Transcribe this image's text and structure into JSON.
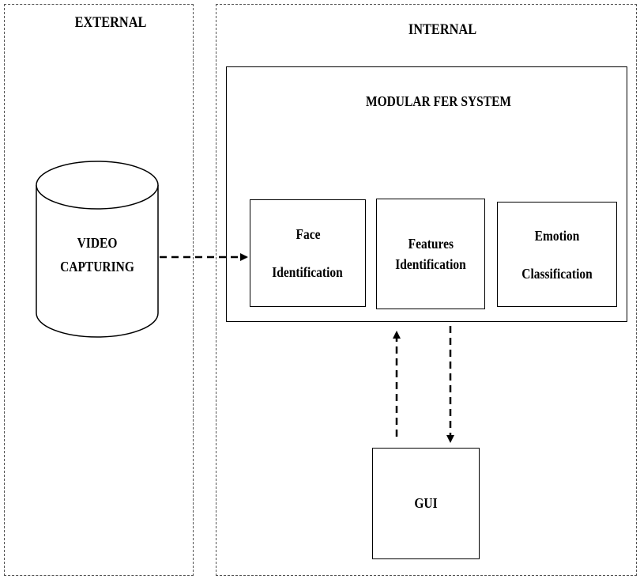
{
  "external": {
    "title": "EXTERNAL"
  },
  "internal": {
    "title": "INTERNAL"
  },
  "video_capturing": {
    "line1": "VIDEO",
    "line2": "CAPTURING"
  },
  "fer_system": {
    "title": "MODULAR FER SYSTEM",
    "modules": [
      {
        "line1": "Face",
        "line2": "Identification"
      },
      {
        "line1": "Features",
        "line2": "Identification"
      },
      {
        "line1": "Emotion",
        "line2": "Classification"
      }
    ]
  },
  "gui": {
    "label": "GUI"
  },
  "colors": {
    "line": "#000000",
    "dashed_border": "#555555",
    "background": "#ffffff"
  }
}
